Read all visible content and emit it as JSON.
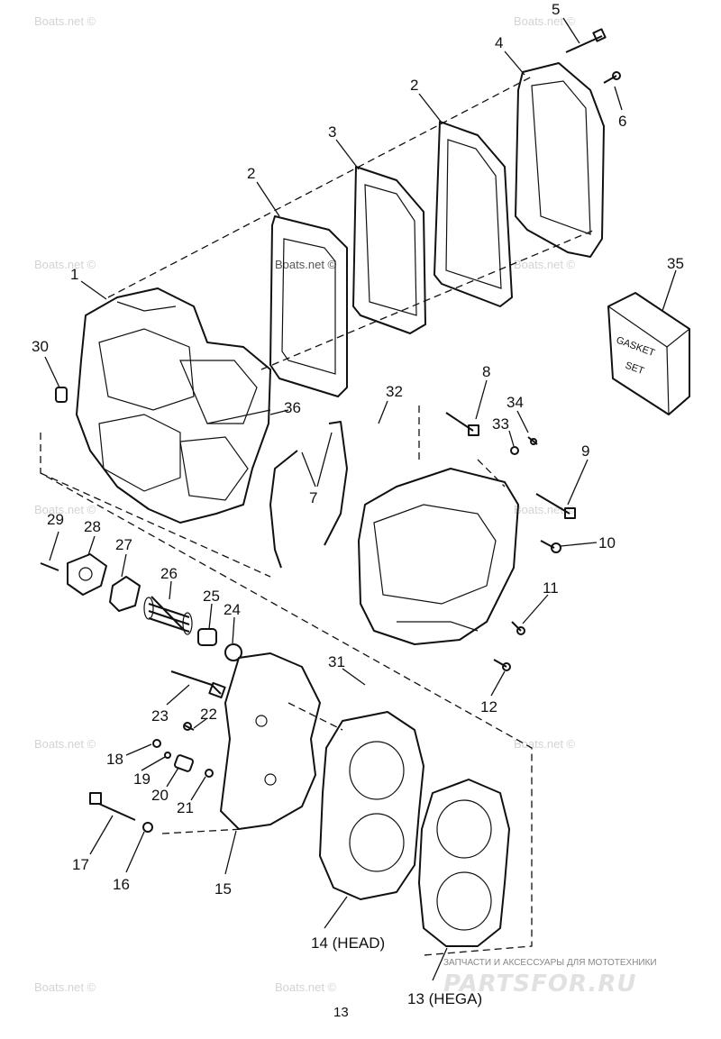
{
  "watermark_text": "Boats.net ©",
  "page_number": "13",
  "brand": {
    "tagline": "ЗАПЧАСТИ И АКСЕССУАРЫ ДЛЯ МОТОТЕХНИКИ",
    "name": "PARTSFOR.RU"
  },
  "gasket_set_label": {
    "line1": "GASKET",
    "line2": "SET"
  },
  "callouts": [
    {
      "id": "1",
      "text": "1"
    },
    {
      "id": "2a",
      "text": "2"
    },
    {
      "id": "2b",
      "text": "2"
    },
    {
      "id": "3",
      "text": "3"
    },
    {
      "id": "4",
      "text": "4"
    },
    {
      "id": "5",
      "text": "5"
    },
    {
      "id": "6",
      "text": "6"
    },
    {
      "id": "7",
      "text": "7"
    },
    {
      "id": "8",
      "text": "8"
    },
    {
      "id": "9",
      "text": "9"
    },
    {
      "id": "10",
      "text": "10"
    },
    {
      "id": "11",
      "text": "11"
    },
    {
      "id": "12",
      "text": "12"
    },
    {
      "id": "13",
      "text": "13 (HEGA)"
    },
    {
      "id": "14",
      "text": "14 (HEAD)"
    },
    {
      "id": "15",
      "text": "15"
    },
    {
      "id": "16",
      "text": "16"
    },
    {
      "id": "17",
      "text": "17"
    },
    {
      "id": "18",
      "text": "18"
    },
    {
      "id": "19",
      "text": "19"
    },
    {
      "id": "20",
      "text": "20"
    },
    {
      "id": "21",
      "text": "21"
    },
    {
      "id": "22",
      "text": "22"
    },
    {
      "id": "23",
      "text": "23"
    },
    {
      "id": "24",
      "text": "24"
    },
    {
      "id": "25",
      "text": "25"
    },
    {
      "id": "26",
      "text": "26"
    },
    {
      "id": "27",
      "text": "27"
    },
    {
      "id": "28",
      "text": "28"
    },
    {
      "id": "29",
      "text": "29"
    },
    {
      "id": "30",
      "text": "30"
    },
    {
      "id": "31",
      "text": "31"
    },
    {
      "id": "32",
      "text": "32"
    },
    {
      "id": "33",
      "text": "33"
    },
    {
      "id": "34",
      "text": "34"
    },
    {
      "id": "35",
      "text": "35"
    },
    {
      "id": "36",
      "text": "36"
    }
  ]
}
